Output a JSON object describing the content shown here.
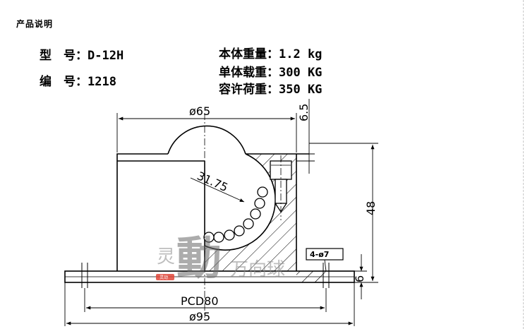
{
  "heading": "产品说明",
  "specs": {
    "model_label": "型　号：",
    "model_value": "D-12H",
    "code_label": "编　号：",
    "code_value": "1218",
    "weight_label": "本体重量：",
    "weight_value": "1.2 kg",
    "unit_load_label": "单体载重：",
    "unit_load_value": "300 KG",
    "allowable_load_label": "容许荷重：",
    "allowable_load_value": "350 KG"
  },
  "dimensions": {
    "top_width": "ø65",
    "flange_offset": "6.5",
    "ball_radius": "31.75",
    "height": "48",
    "flange_thickness": "6",
    "hole_spec": "4-ø7",
    "pcd": "PCD80",
    "outer_diameter": "ø95"
  },
  "watermark": {
    "left_char": "灵",
    "main_char": "動",
    "right_chars": "万向球",
    "stamp": "灵动"
  },
  "colors": {
    "line": "#000000",
    "stamp": "#e0473a"
  }
}
